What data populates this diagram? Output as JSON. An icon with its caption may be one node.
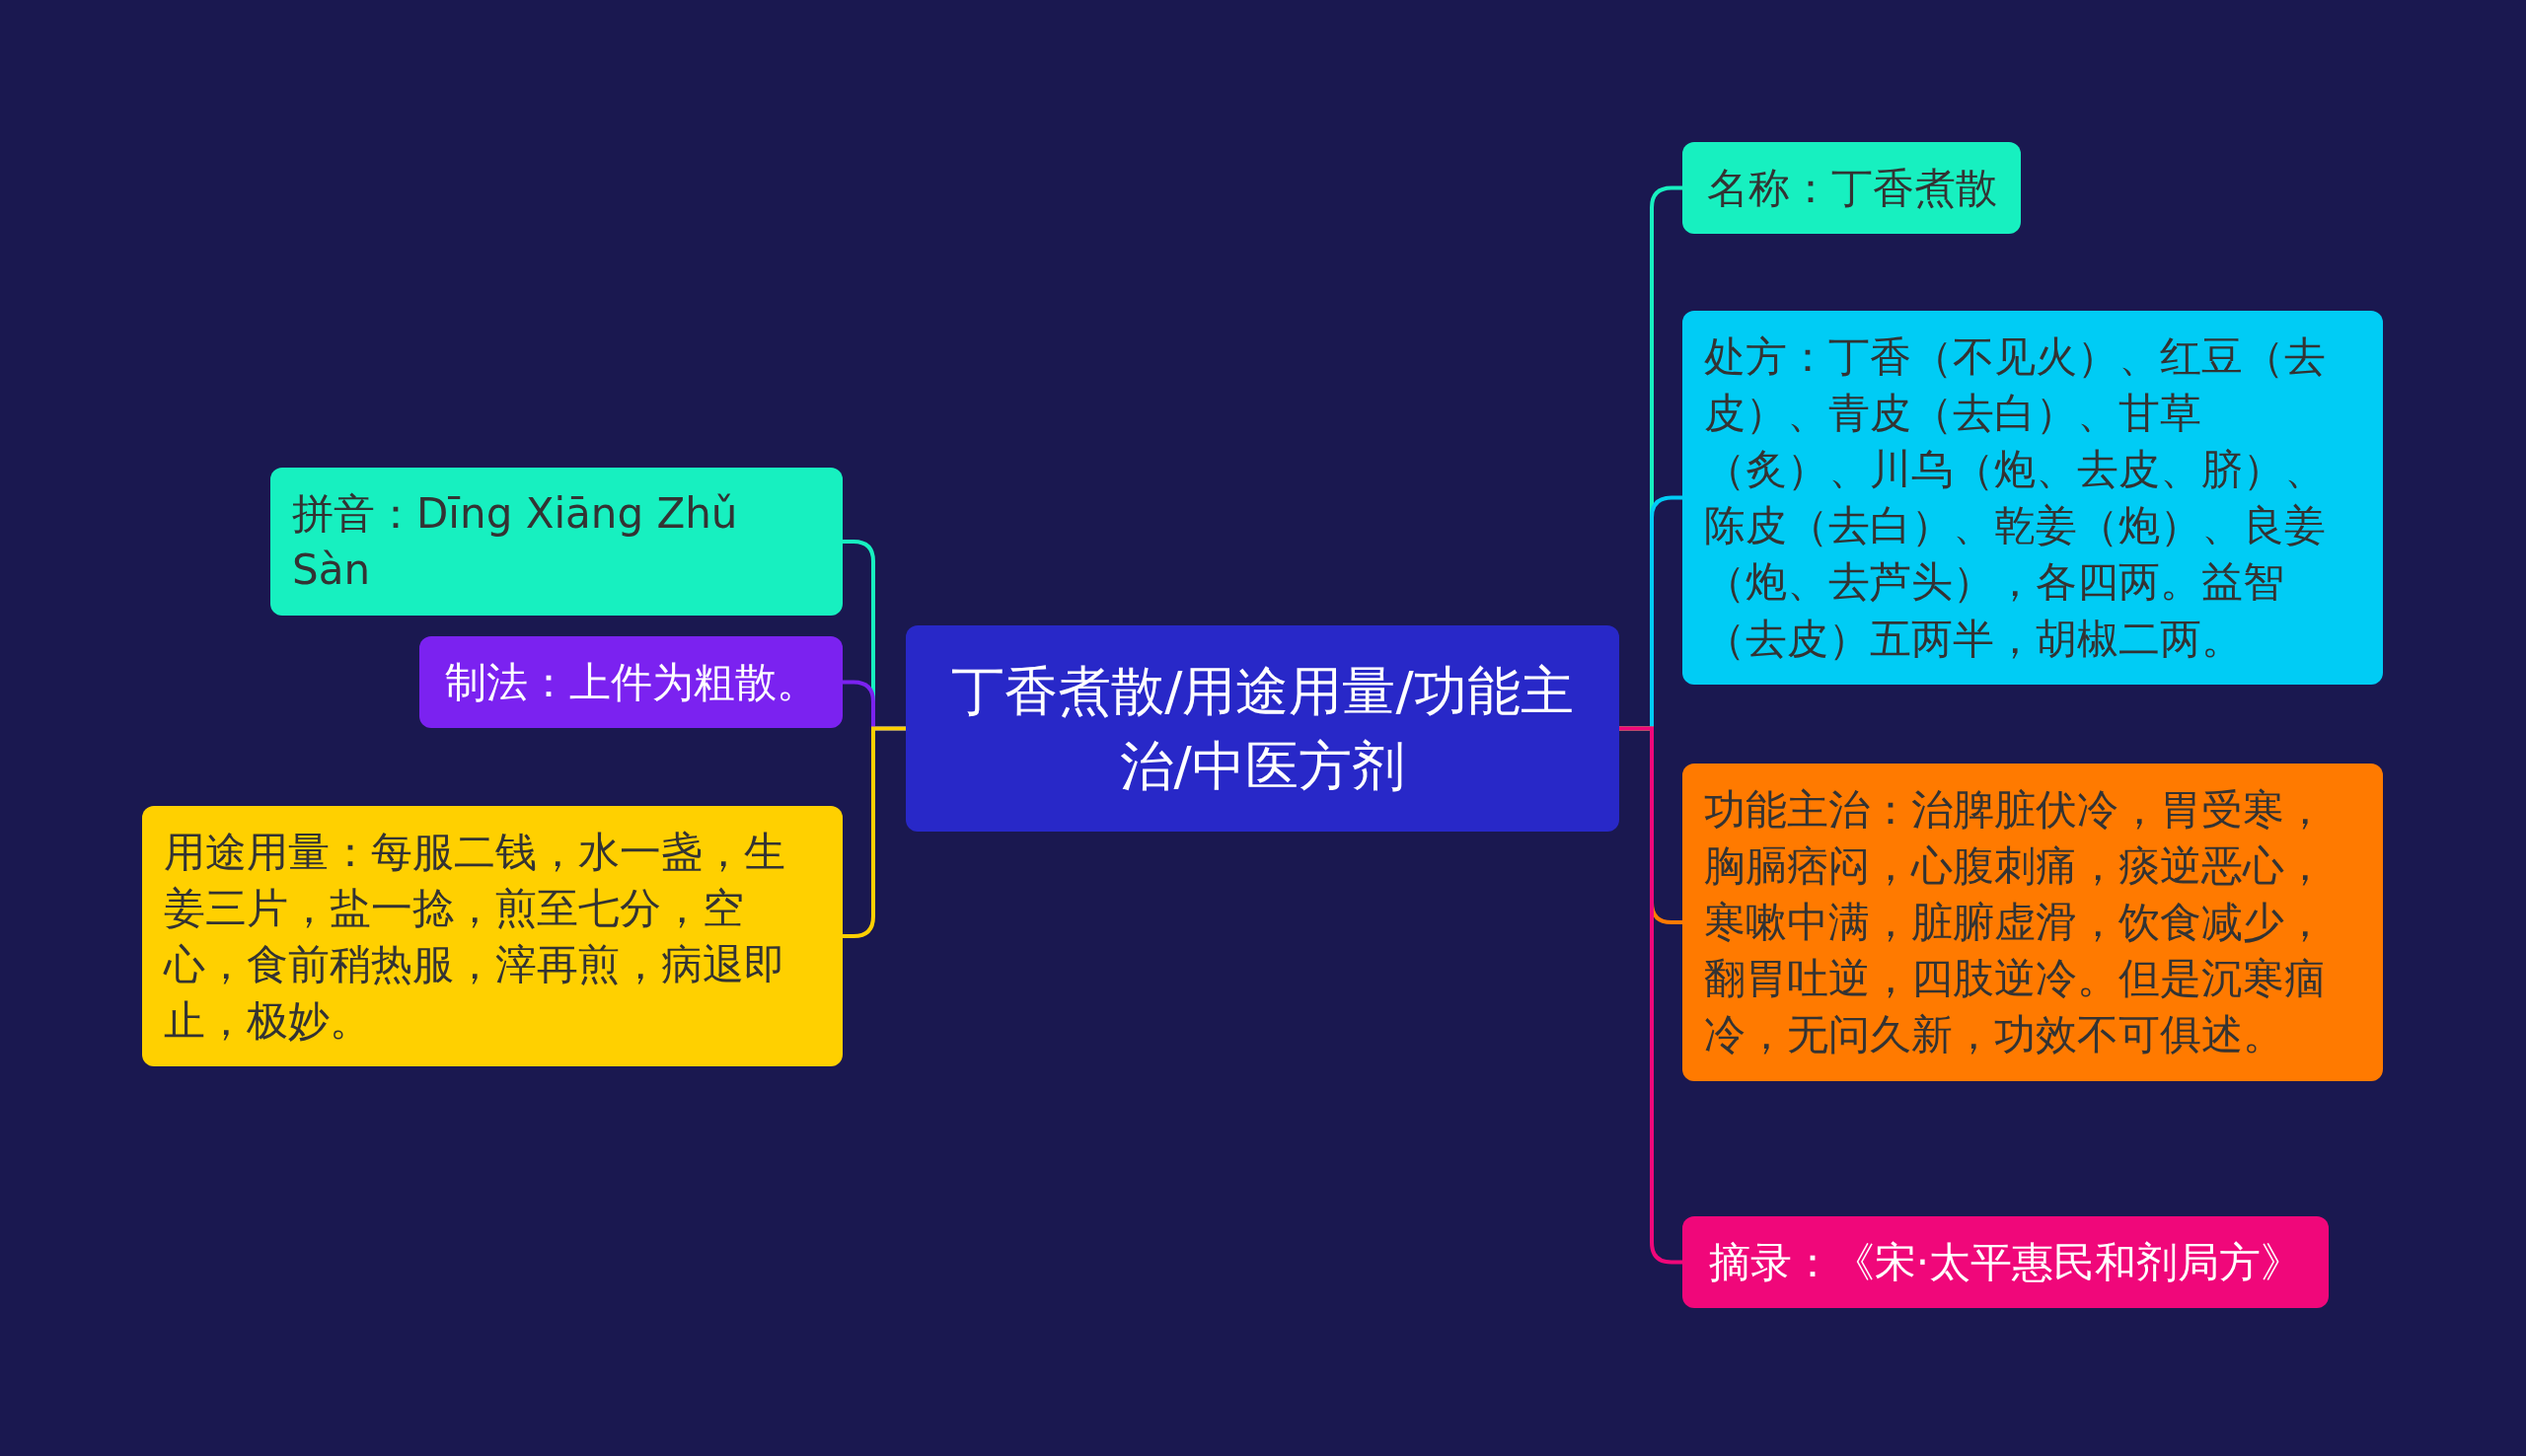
{
  "diagram": {
    "nodes": [
      {
        "text": [
          "丁香煮散/用途用量/功能主治/中医方剂"
        ]
      },
      {
        "text": [
          "拼音：Dīng Xiāng Zhǔ Sàn"
        ]
      },
      {
        "text": [
          "制法：上件为粗散。"
        ]
      },
      {
        "text": [
          "用途用量：每服二钱，水一盏，生姜三片，盐一捻，煎至七分，空心，食前稍热服，滓再煎，病退即止，极妙。"
        ]
      },
      {
        "text": [
          "名称：丁香煮散"
        ]
      },
      {
        "text": [
          "处方：丁香（不见火）、红豆（去皮）、青皮（去白）、甘草（炙）、川乌（炮、去皮、脐）、陈皮（去白）、乾姜（炮）、良姜（炮、去芦头），各四两。益智（去皮）五两半，胡椒二两。"
        ]
      },
      {
        "text": [
          "功能主治：治脾脏伏冷，胃受寒，胸膈痞闷，心腹刺痛，痰逆恶心，寒嗽中满，脏腑虚滑，饮食减少，翻胃吐逆，四肢逆冷。但是沉寒痼冷，无问久新，功效不可俱述。"
        ]
      },
      {
        "text": [
          "摘录：《宋·太平惠民和剂局方》"
        ]
      }
    ],
    "edges": [
      {
        "from": 0,
        "to": 1,
        "arrow": "none",
        "color": "#17f0c0"
      },
      {
        "from": 0,
        "to": 2,
        "arrow": "none",
        "color": "#7b22f0"
      },
      {
        "from": 0,
        "to": 3,
        "arrow": "none",
        "color": "#ffd000"
      },
      {
        "from": 0,
        "to": 4,
        "arrow": "none",
        "color": "#17f0c0"
      },
      {
        "from": 0,
        "to": 5,
        "arrow": "none",
        "color": "#00ccf5"
      },
      {
        "from": 0,
        "to": 6,
        "arrow": "none",
        "color": "#ff7a00"
      },
      {
        "from": 0,
        "to": 7,
        "arrow": "none",
        "color": "#f0077a"
      }
    ]
  }
}
